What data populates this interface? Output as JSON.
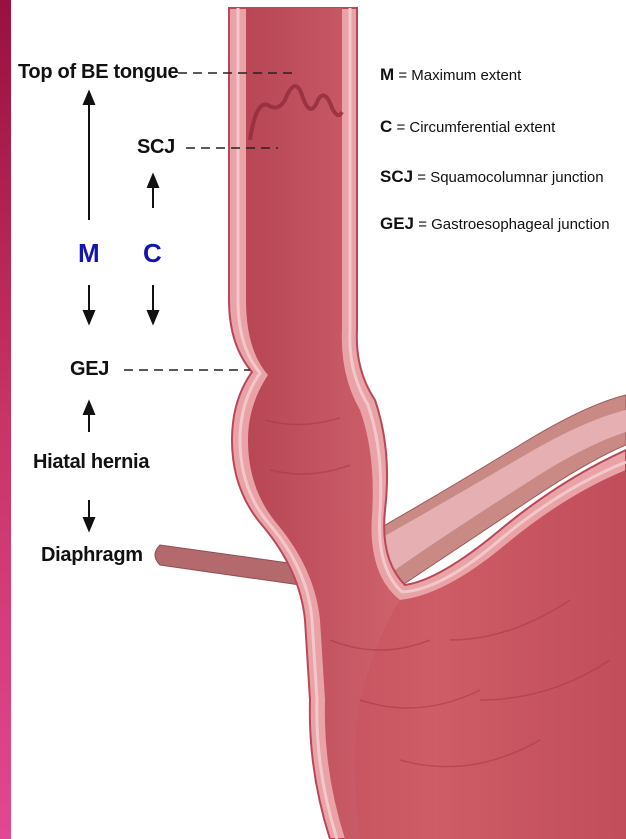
{
  "labels": {
    "top_be": "Top of BE tongue",
    "scj": "SCJ",
    "gej": "GEJ",
    "hiatal": "Hiatal hernia",
    "diaphragm": "Diaphragm",
    "m": "M",
    "c": "C"
  },
  "legend": [
    {
      "key": "M",
      "text": "Maximum extent"
    },
    {
      "key": "C",
      "text": "Circumferential extent"
    },
    {
      "key": "SCJ",
      "text": "Squamocolumnar junction"
    },
    {
      "key": "GEJ",
      "text": "Gastroesophageal junction"
    }
  ],
  "legend_sep": "=",
  "colors": {
    "lumen": "#c9545f",
    "wall": "#e9a3a7",
    "wall_outline": "#b9475a",
    "diaphragm": "#b46a6d",
    "text_blue": "#1414b0",
    "left_strip": "#c02050"
  }
}
